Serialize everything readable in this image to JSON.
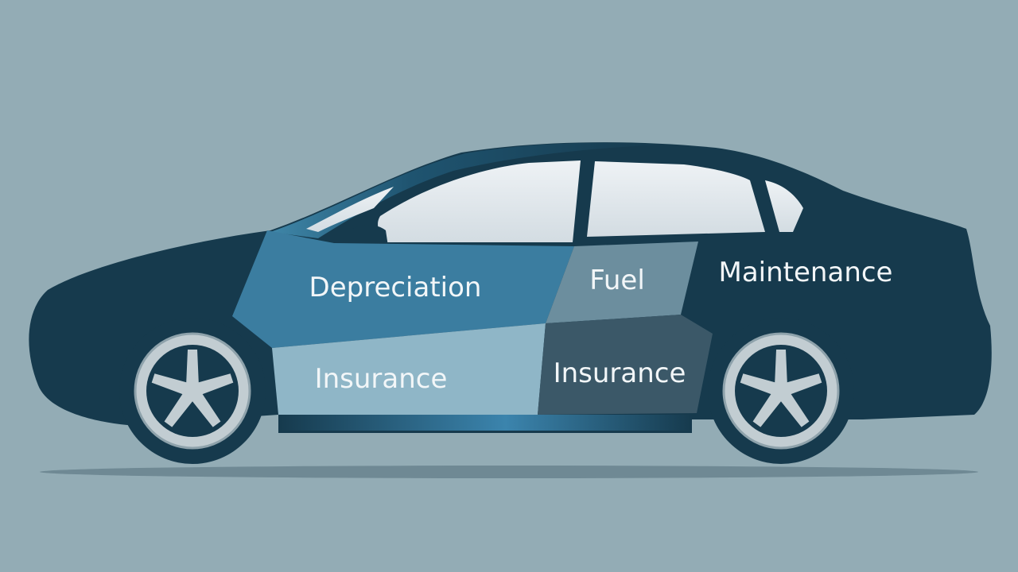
{
  "labels": {
    "depreciation": "Depreciation",
    "fuel": "Fuel",
    "maintenance": "Maintenance",
    "insurance_front": "Insurance",
    "insurance_rear": "Insurance"
  },
  "colors": {
    "background": "#93acb5",
    "body": "#163a4d",
    "depreciation": "#3b7da0",
    "fuel": "#6c8e9e",
    "insurance_front": "#8fb6c7",
    "insurance_rear": "#3b5868",
    "glass": "#e3e8ec"
  },
  "icons": [
    "car-illustration",
    "wheel-icon"
  ]
}
